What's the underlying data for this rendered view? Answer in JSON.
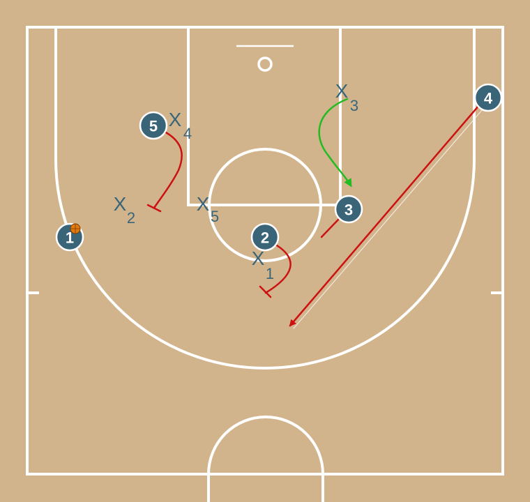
{
  "colors": {
    "court": "#d2b48c",
    "lines": "#ffffff",
    "offense_fill": "#3a6578",
    "defense_text": "#3a6578",
    "screen_line": "#cc1111",
    "cut_line": "#22bb22",
    "pass_line": "#cc1111",
    "ball": "#e07a10"
  },
  "offense": [
    {
      "id": "p1",
      "number": "1",
      "has_ball": true
    },
    {
      "id": "p2",
      "number": "2"
    },
    {
      "id": "p3",
      "number": "3"
    },
    {
      "id": "p4",
      "number": "4"
    },
    {
      "id": "p5",
      "number": "5"
    }
  ],
  "defense": [
    {
      "id": "x1",
      "letter": "X",
      "number": "1"
    },
    {
      "id": "x2",
      "letter": "X",
      "number": "2"
    },
    {
      "id": "x3",
      "letter": "X",
      "number": "3"
    },
    {
      "id": "x4",
      "letter": "X",
      "number": "4"
    },
    {
      "id": "x5",
      "letter": "X",
      "number": "5"
    }
  ],
  "actions": [
    {
      "type": "screen",
      "player": "5",
      "icon": "screen-icon"
    },
    {
      "type": "screen",
      "player": "2",
      "icon": "screen-icon"
    },
    {
      "type": "cut",
      "player": "3",
      "icon": "cut-arrow-icon"
    },
    {
      "type": "pass",
      "player": "4",
      "icon": "pass-arrow-icon"
    }
  ],
  "ball_icon": "basketball-icon"
}
